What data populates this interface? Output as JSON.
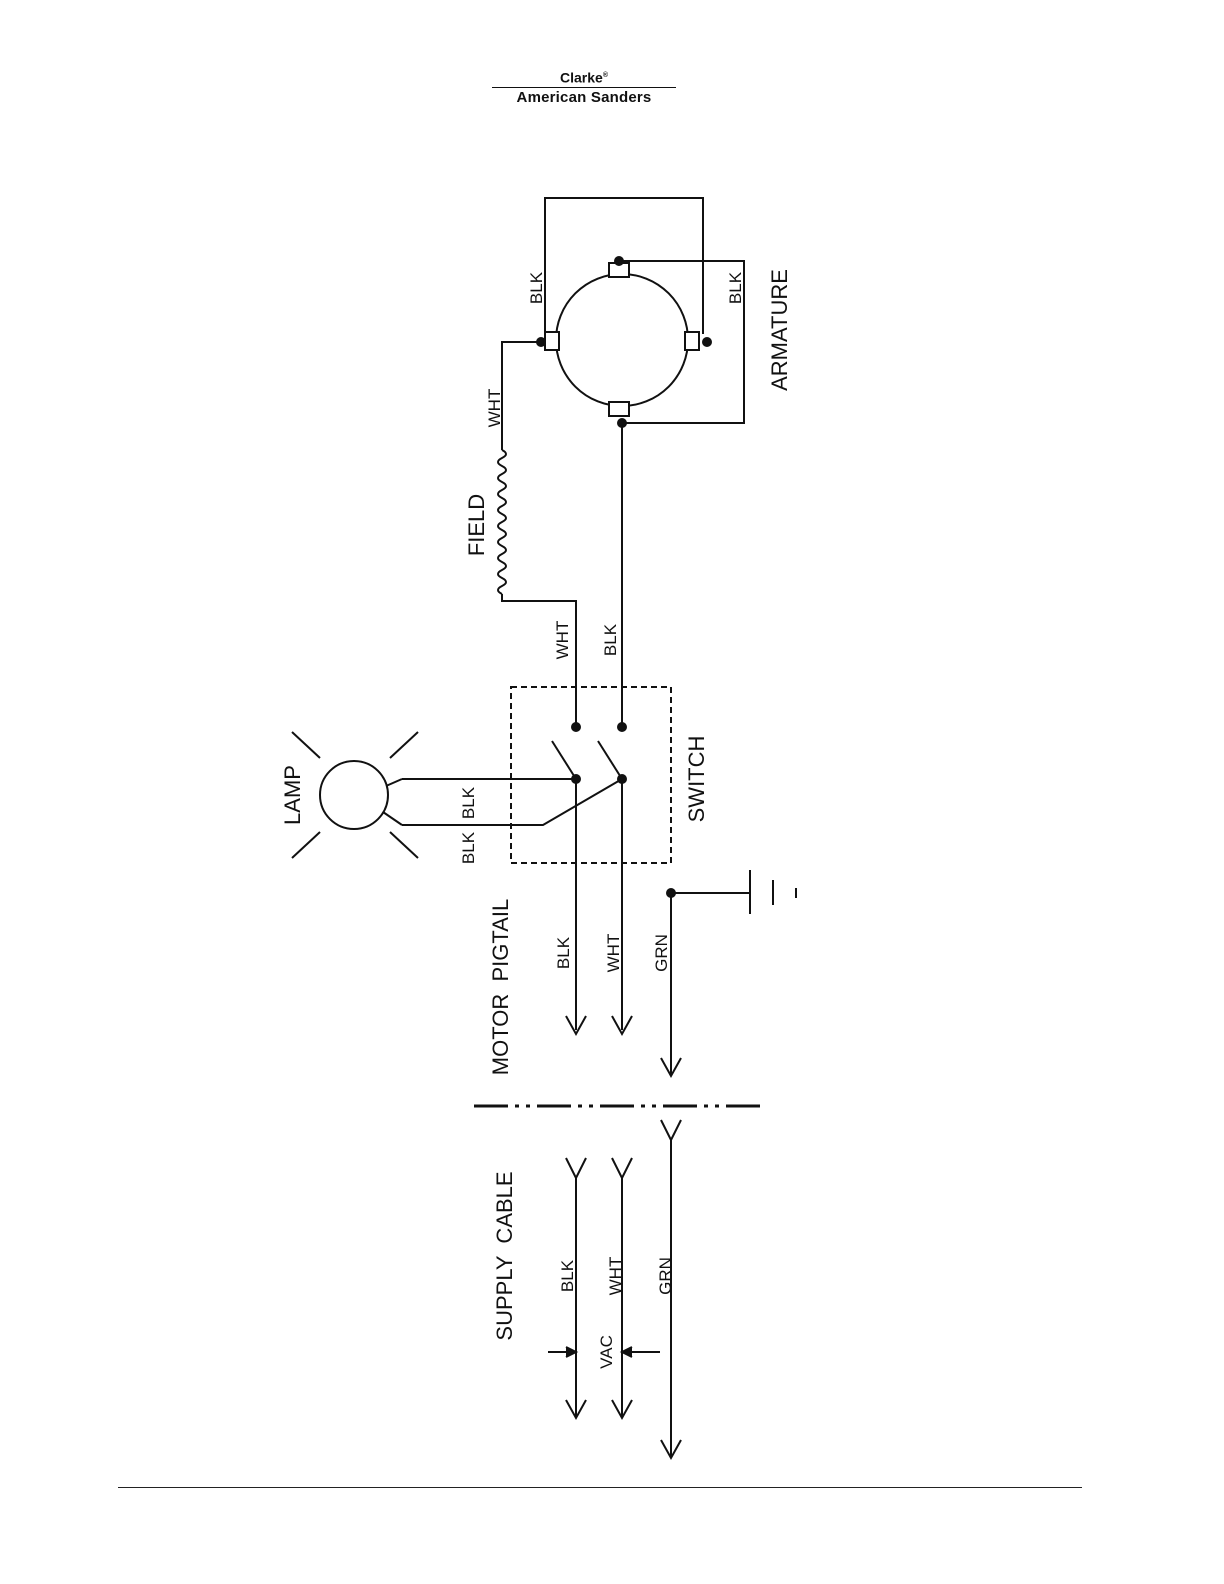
{
  "header": {
    "brand_top": "Clarke",
    "brand_mark": "®",
    "brand_bottom": "American Sanders"
  },
  "diagram": {
    "labels": {
      "lamp": "LAMP",
      "switch": "SWITCH",
      "field": "FIELD",
      "armature": "ARMATURE",
      "motor_pigtail": "MOTOR  PIGTAIL",
      "supply_cable": "SUPPLY  CABLE",
      "vac": "VAC"
    },
    "wires": {
      "armature_left": "BLK",
      "armature_right": "BLK",
      "field_top": "WHT",
      "field_bottom": "WHT",
      "armature_to_switch": "BLK",
      "lamp_upper": "BLK",
      "lamp_lower": "BLK",
      "pigtail_1": "BLK",
      "pigtail_2": "WHT",
      "pigtail_3": "GRN",
      "supply_1": "BLK",
      "supply_2": "WHT",
      "supply_3": "GRN"
    }
  }
}
